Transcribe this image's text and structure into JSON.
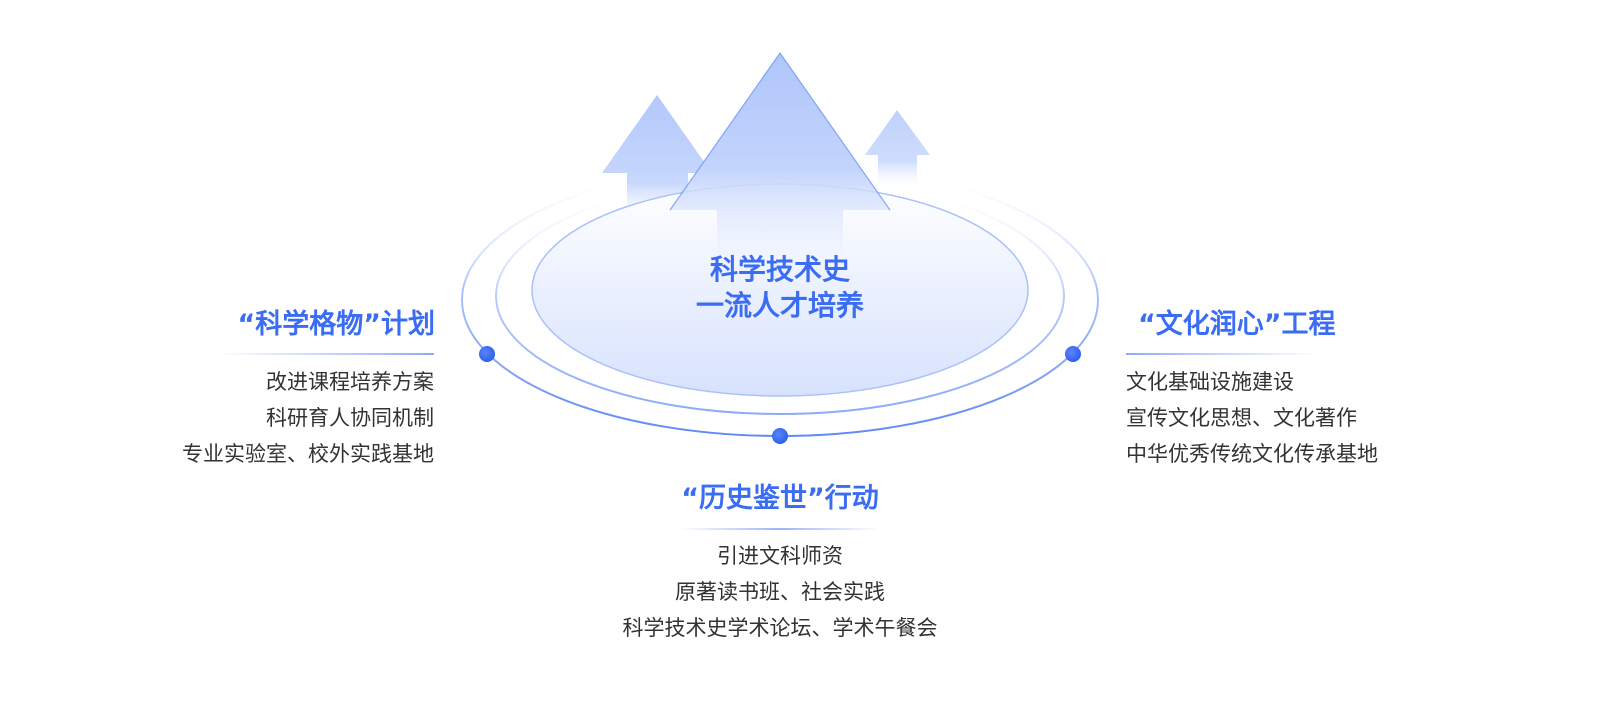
{
  "center": {
    "line1": "科学技术史",
    "line2": "一流人才培养"
  },
  "blocks": {
    "left": {
      "title": "“科学格物”计划",
      "items": [
        "改进课程培养方案",
        "科研育人协同机制",
        "专业实验室、校外实践基地"
      ]
    },
    "right": {
      "title": "“文化润心”工程",
      "items": [
        "文化基础设施建设",
        "宣传文化思想、文化著作",
        "中华优秀传统文化传承基地"
      ]
    },
    "bottom": {
      "title": "“历史鉴世”行动",
      "items": [
        "引进文科师资",
        "原著读书班、社会实践",
        "科学技术史学术论坛、学术午餐会"
      ]
    }
  },
  "colors": {
    "accent": "#3a6cf4",
    "arrow_fill": "#b9cdfb",
    "ring": "#7d9ff7",
    "dot": "#3d6cf5",
    "text": "#333333"
  }
}
